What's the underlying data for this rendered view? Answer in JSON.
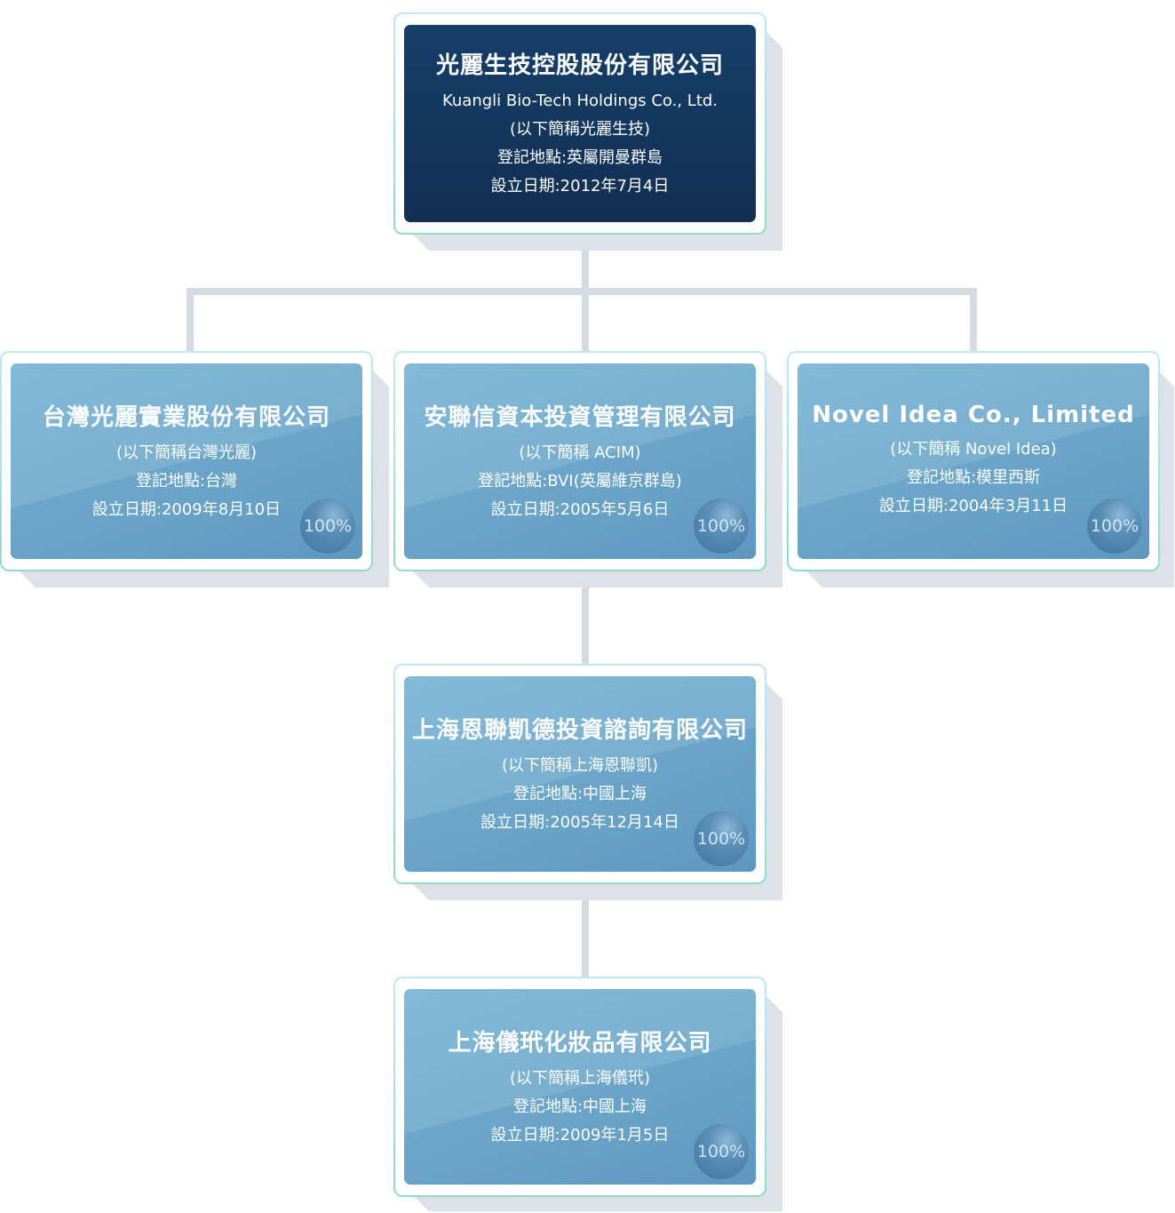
{
  "colors": {
    "dark_card": "#133a63",
    "light_card": "#6ca8cb",
    "connector": "#d4dbe2",
    "frame_border": "#a8e2d8",
    "badge": "#4a80aa"
  },
  "root": {
    "title": "光麗生技控股股份有限公司",
    "english": "Kuangli Bio-Tech Holdings Co., Ltd.",
    "abbr": "(以下簡稱光麗生技)",
    "registered": "登記地點:英屬開曼群島",
    "established": "設立日期:2012年7月4日"
  },
  "level1": [
    {
      "title": "台灣光麗實業股份有限公司",
      "abbr": "(以下簡稱台灣光麗)",
      "registered": "登記地點:台灣",
      "established": "設立日期:2009年8月10日",
      "share": "100%"
    },
    {
      "title": "安聯信資本投資管理有限公司",
      "abbr": "(以下簡稱 ACIM)",
      "registered": "登記地點:BVI(英屬維京群島)",
      "established": "設立日期:2005年5月6日",
      "share": "100%"
    },
    {
      "title": "Novel Idea Co., Limited",
      "abbr": "(以下簡稱 Novel Idea)",
      "registered": "登記地點:模里西斯",
      "established": "設立日期:2004年3月11日",
      "share": "100%"
    }
  ],
  "level2": {
    "title": "上海恩聯凱德投資諮詢有限公司",
    "abbr": "(以下簡稱上海恩聯凱)",
    "registered": "登記地點:中國上海",
    "established": "設立日期:2005年12月14日",
    "share": "100%"
  },
  "level3": {
    "title": "上海儀玳化妝品有限公司",
    "abbr": "(以下簡稱上海儀玳)",
    "registered": "登記地點:中國上海",
    "established": "設立日期:2009年1月5日",
    "share": "100%"
  }
}
